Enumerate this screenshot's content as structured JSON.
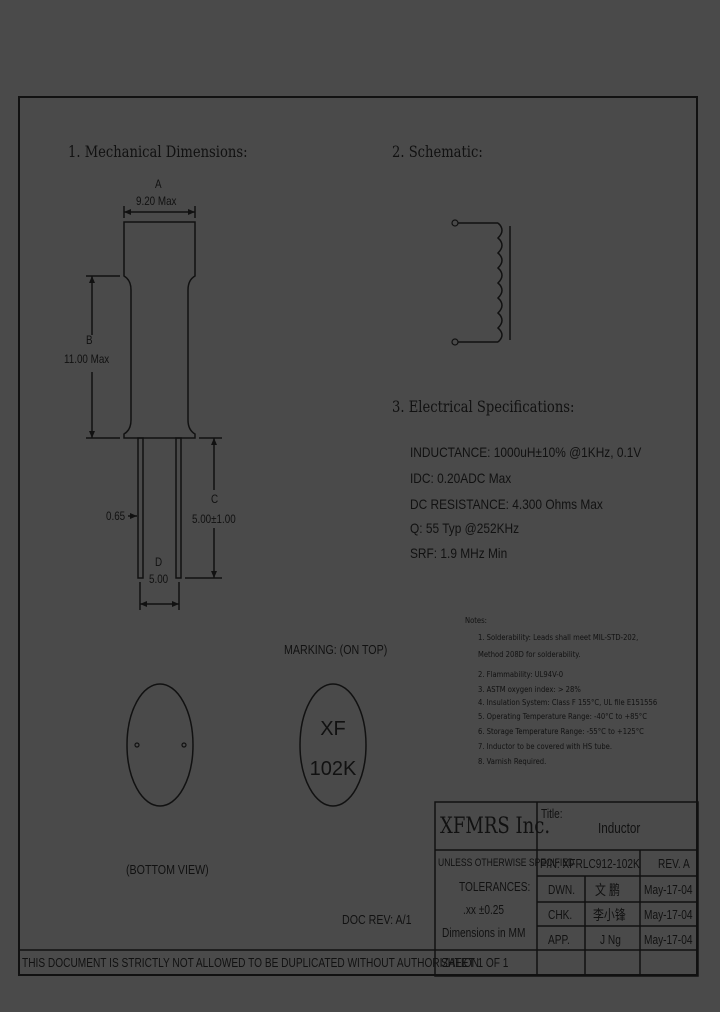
{
  "sections": {
    "mechanical": "1. Mechanical Dimensions:",
    "schematic": "2. Schematic:",
    "electrical": "3. Electrical   Specifications:"
  },
  "dimensions": {
    "a_letter": "A",
    "a_value": "9.20 Max",
    "b_letter": "B",
    "b_value": "11.00 Max",
    "lead_dia": "0.65",
    "c_letter": "C",
    "c_value": "5.00±1.00",
    "d_letter": "D",
    "d_value": "5.00"
  },
  "specs": [
    "INDUCTANCE: 1000uH±10% @1KHz, 0.1V",
    "IDC: 0.20ADC Max",
    "DC RESISTANCE: 4.300 Ohms Max",
    "Q:  55 Typ @252KHz",
    "SRF:  1.9 MHz Min"
  ],
  "notes": {
    "title": "Notes:",
    "items": [
      "1. Solderability: Leads shall meet MIL-STD-202,",
      "    Method 208D for solderability.",
      "2. Flammability: UL94V-0",
      "3. ASTM oxygen index: > 28%",
      "4. Insulation System: Class F 155°C, UL file E151556",
      "5. Operating Temperature Range: -40°C to +85°C",
      "6. Storage Temperature Range: -55°C to +125°C",
      "7. Inductor to be covered with HS tube.",
      "8. Varnish Required."
    ]
  },
  "marking": {
    "label": "MARKING: (ON TOP)",
    "line1": "XF",
    "line2": "102K"
  },
  "bottom_view": "(BOTTOM VIEW)",
  "doc_rev": "DOC REV: A/1",
  "footer": "THIS DOCUMENT IS STRICTLY NOT ALLOWED TO BE DUPLICATED WITHOUT AUTHORIZATION",
  "title_block": {
    "company": "XFMRS Inc.",
    "title_label": "Title:",
    "title_value": "Inductor",
    "spec_note": "UNLESS OTHERWISE SPECIFIED",
    "tolerances": "TOLERANCES:",
    "tol_value": ".xx ±0.25",
    "dims_unit": "Dimensions in MM",
    "sheet": "SHEET  1  OF  1",
    "pn": "P/N: XFRLC912-102K",
    "rev": "REV. A",
    "dwn_label": "DWN.",
    "dwn_name": "文 鹏",
    "dwn_date": "May-17-04",
    "chk_label": "CHK.",
    "chk_name": "李小锋",
    "chk_date": "May-17-04",
    "app_label": "APP.",
    "app_name": "J Ng",
    "app_date": "May-17-04"
  }
}
